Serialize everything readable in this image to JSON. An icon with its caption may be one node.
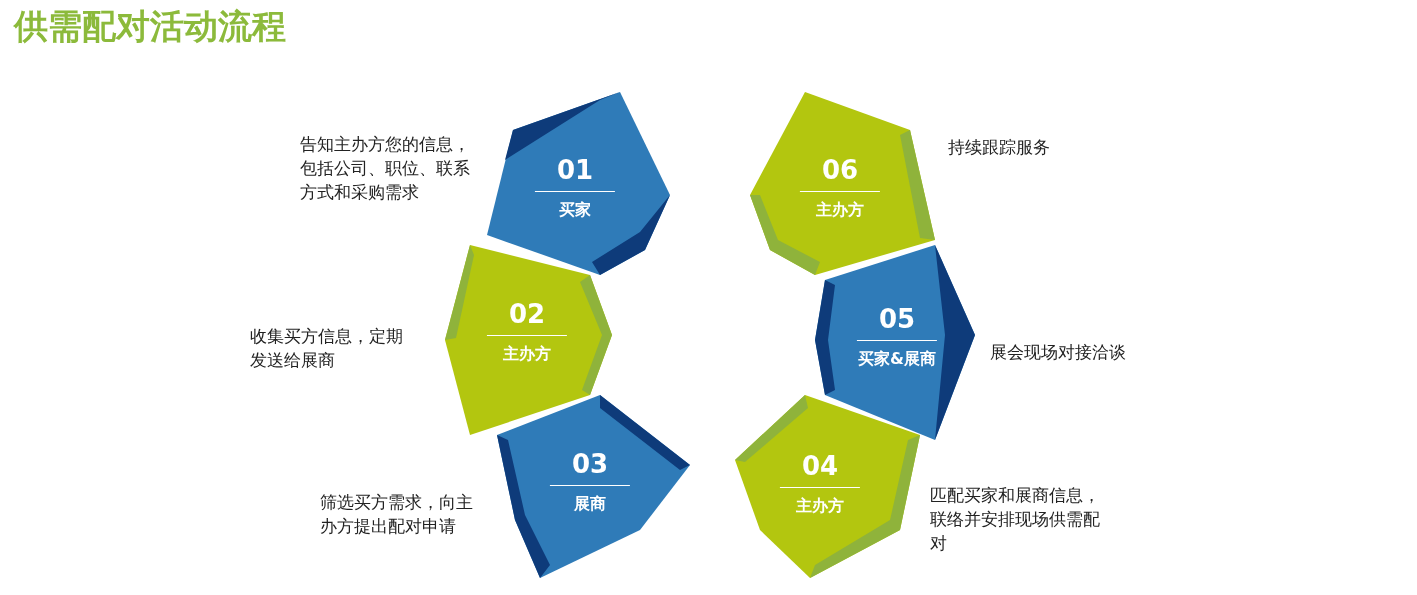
{
  "diagram": {
    "title": "供需配对活动流程",
    "nodes": [
      {
        "text": [
          "01",
          "买家"
        ],
        "beside": [
          "告知主办方您的信息，包括公司、职位、联系方式和采购需求"
        ]
      },
      {
        "text": [
          "02",
          "主办方"
        ],
        "beside": [
          "收集买方信息，定期发送给展商"
        ]
      },
      {
        "text": [
          "03",
          "展商"
        ],
        "beside": [
          "筛选买方需求，向主办方提出配对申请"
        ]
      },
      {
        "text": [
          "04",
          "主办方"
        ],
        "beside": [
          "匹配买家和展商信息，联络并安排现场供需配对"
        ]
      },
      {
        "text": [
          "05",
          "买家&展商"
        ],
        "beside": [
          "展会现场对接洽谈"
        ]
      },
      {
        "text": [
          "06",
          "主办方"
        ],
        "beside": [
          "持续跟踪服务"
        ]
      }
    ]
  }
}
